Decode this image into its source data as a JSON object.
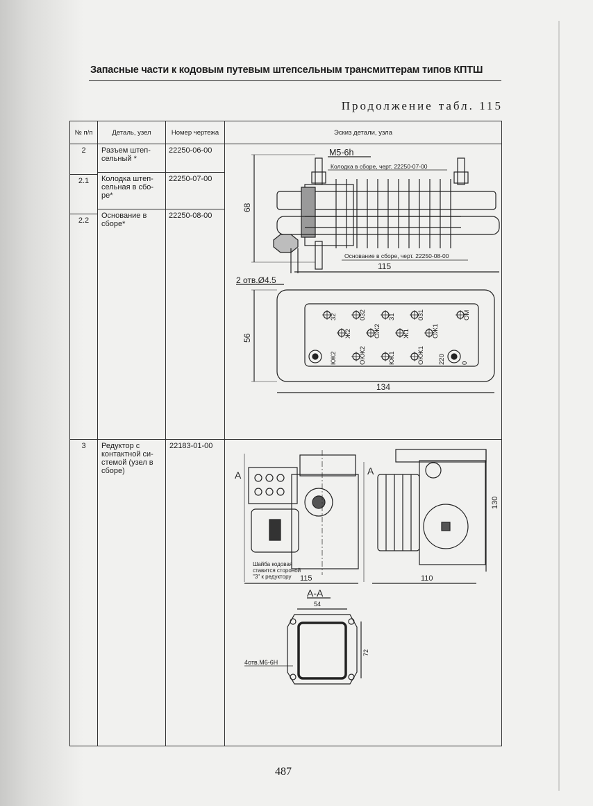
{
  "header": {
    "title": "Запасные части к кодовым путевым штепсельным трансмиттерам типов КПТШ",
    "continuation": "Продолжение",
    "table_ref": "табл. 115"
  },
  "table": {
    "columns": [
      "№ п/п",
      "Деталь, узел",
      "Номер чертежа",
      "Эскиз детали, узла"
    ],
    "rows": [
      {
        "num": "2",
        "part": "Разъем штеп-сельный *",
        "drawing": "22250-06-00"
      },
      {
        "num": "2.1",
        "part": "Колодка штеп-сельная в сбо-ре*",
        "drawing": "22250-07-00"
      },
      {
        "num": "2.2",
        "part": "Основание в сборе*",
        "drawing": "22250-08-00"
      },
      {
        "num": "3",
        "part": "Редуктор с контактной си-стемой (узел в сборе)",
        "drawing": "22183-01-00"
      }
    ]
  },
  "sketch_connector": {
    "thread": "М5-6h",
    "callout_block": "Колодка в сборе, черт. 22250-07-00",
    "callout_base": "Основание в сборе, черт. 22250-08-00",
    "dim_height": "68",
    "dim_length": "115",
    "holes": "2 отв.Ø4.5",
    "dim_plate_height": "56",
    "dim_plate_length": "134",
    "pin_labels_top": [
      "32",
      "032",
      "31",
      "031",
      "ОМ"
    ],
    "pin_labels_mid": [
      "Ж2",
      "ОЖ2",
      "Ж1",
      "ОЖ1"
    ],
    "pin_labels_bot": [
      "КЖ2",
      "ОКЖ2",
      "КЖ1",
      "ОКЖ1",
      "220",
      "0"
    ]
  },
  "sketch_reducer": {
    "section_mark": "А",
    "washer_note": [
      "Шайба кодовая",
      "ставится стороной",
      "\"3\" к редуктору"
    ],
    "dim_front_width": "115",
    "dim_side_width": "110",
    "dim_side_height": "130",
    "section_title": "А-А",
    "dim_section_width": "54",
    "dim_section_height": "72",
    "section_holes": "4отв.М6-6Н"
  },
  "page_number": "487"
}
